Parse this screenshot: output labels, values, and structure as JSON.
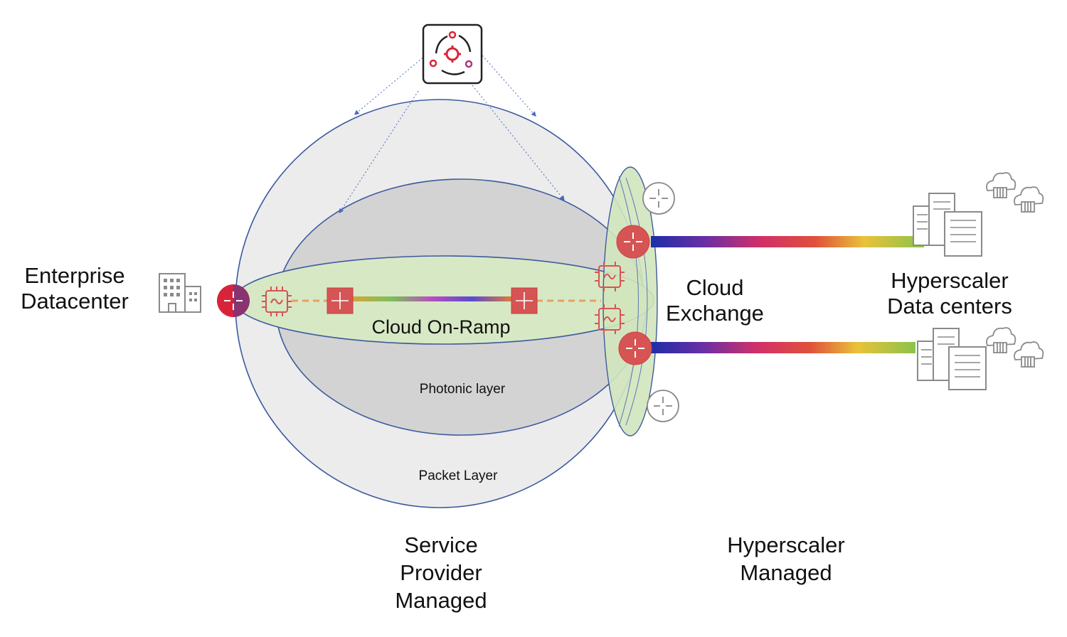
{
  "labels": {
    "enterprise_line1": "Enterprise",
    "enterprise_line2": "Datacenter",
    "cloud_onramp": "Cloud On-Ramp",
    "photonic_layer": "Photonic layer",
    "packet_layer": "Packet Layer",
    "cloud_exchange_line1": "Cloud",
    "cloud_exchange_line2": "Exchange",
    "hyperscaler_dc_line1": "Hyperscaler",
    "hyperscaler_dc_line2": "Data centers",
    "sp_managed_line1": "Service",
    "sp_managed_line2": "Provider",
    "sp_managed_line3": "Managed",
    "hs_managed_line1": "Hyperscaler",
    "hs_managed_line2": "Managed"
  },
  "icons": {
    "orchestrator": "orchestrator-gear-cycle-icon",
    "enterprise_building": "office-building-icon",
    "router": "router-icon",
    "optical_module": "optical-chip-icon",
    "packet_switch": "packet-switch-icon",
    "hyperscaler_buildings": "data-center-buildings-icon",
    "cloud": "cloud-storage-icon"
  },
  "colors": {
    "router_red": "#d8243a",
    "node_red": "#d65454",
    "outline_blue": "#3d5a9e",
    "green_fill": "#d7e8c4",
    "gray_fill": "#d3d3d3",
    "packet_fill": "#ececec",
    "dash_orange": "#e9a15a",
    "icon_gray": "#8a8a8a"
  }
}
